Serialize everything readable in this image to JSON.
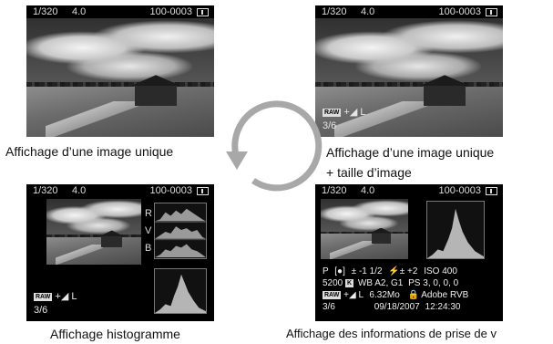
{
  "top_info": {
    "shutter": "1/320",
    "aperture": "4.0",
    "file_number": "100-0003"
  },
  "panels": [
    {
      "caption": "Affichage d’une image unique"
    },
    {
      "caption_line1": "Affichage d’une image unique",
      "caption_line2": "+ taille d’image",
      "quality": "L",
      "raw_label": "RAW",
      "frame": "3/6"
    },
    {
      "caption": "Affichage histogramme",
      "quality": "L",
      "raw_label": "RAW",
      "frame": "3/6",
      "rgb": [
        "R",
        "V",
        "B"
      ]
    },
    {
      "caption": "Affichage des informations de prise de v",
      "info": {
        "mode": "P",
        "metering_label": "[●]",
        "exposure_comp_label": "±",
        "exposure_comp": "-1 1/2",
        "flash_comp_label": "⚡±",
        "flash_comp": "+2",
        "iso_label": "ISO",
        "iso": "400",
        "wb_temp": "5200",
        "wb_icon": "K",
        "wb_shift_label": "WB",
        "wb_shift": "A2, G1",
        "picture_style_label": "PS",
        "picture_style": "3, 0, 0, 0",
        "quality": "L",
        "raw_label": "RAW",
        "file_size": "6.32Mo",
        "protect_icon": "lock-icon",
        "color_space": "Adobe RVB",
        "frame": "3/6",
        "date": "09/18/2007",
        "time": "12:24:30"
      }
    }
  ],
  "colors": {
    "screen_bg": "#000000",
    "text_light": "#e6e6e6",
    "arrow": "#a8a8a8",
    "page_bg": "#ffffff"
  }
}
